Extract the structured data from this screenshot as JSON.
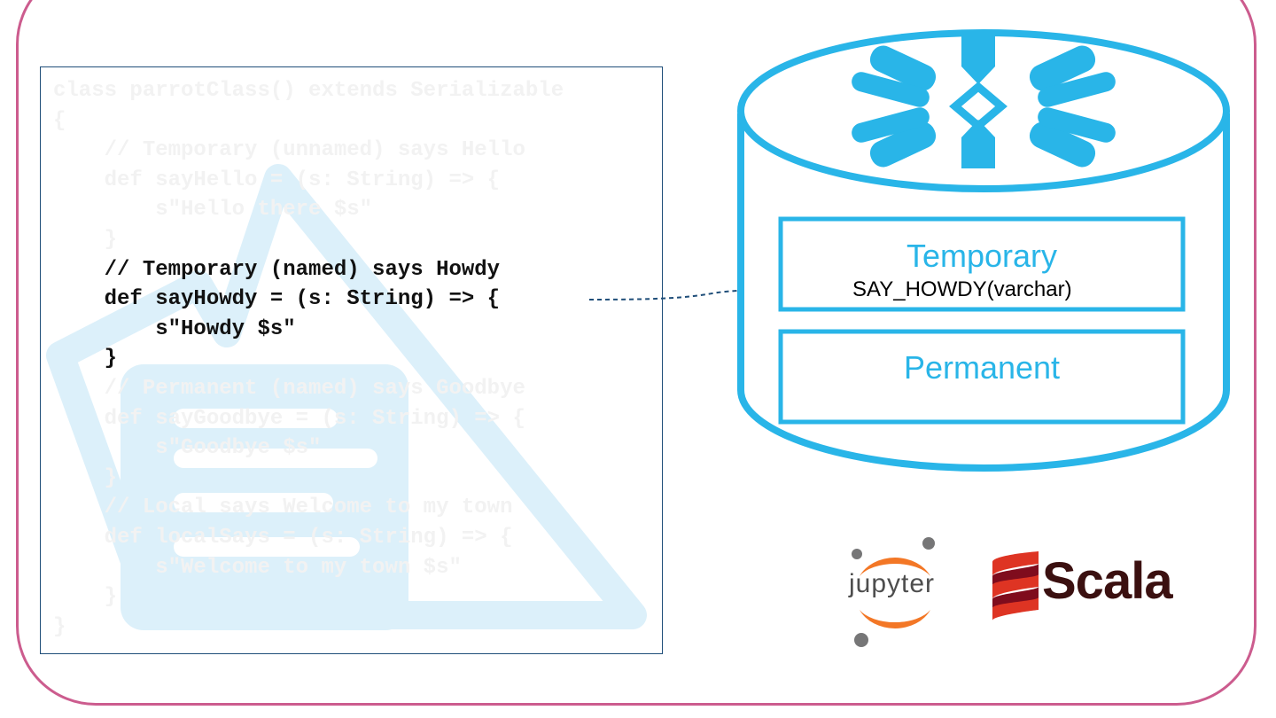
{
  "code_lines": [
    {
      "text": "class parrotClass() extends Serializable",
      "emphasis": false
    },
    {
      "text": "{",
      "emphasis": false
    },
    {
      "text": "    // Temporary (unnamed) says Hello",
      "emphasis": false
    },
    {
      "text": "    def sayHello = (s: String) => {",
      "emphasis": false
    },
    {
      "text": "        s\"Hello there $s\"",
      "emphasis": false
    },
    {
      "text": "    }",
      "emphasis": false
    },
    {
      "text": "    // Temporary (named) says Howdy",
      "emphasis": true
    },
    {
      "text": "    def sayHowdy = (s: String) => {",
      "emphasis": true
    },
    {
      "text": "        s\"Howdy $s\"",
      "emphasis": true
    },
    {
      "text": "    }",
      "emphasis": true
    },
    {
      "text": "    // Permanent (named) says Goodbye",
      "emphasis": false
    },
    {
      "text": "    def sayGoodbye = (s: String) => {",
      "emphasis": false
    },
    {
      "text": "        s\"Goodbye $s\"",
      "emphasis": false
    },
    {
      "text": "    }",
      "emphasis": false
    },
    {
      "text": "    // Local says Welcome to my town",
      "emphasis": false
    },
    {
      "text": "    def localSays = (s: String) => {",
      "emphasis": false
    },
    {
      "text": "        s\"Welcome to my town $s\"",
      "emphasis": false
    },
    {
      "text": "    }",
      "emphasis": false
    },
    {
      "text": "}",
      "emphasis": false
    }
  ],
  "database": {
    "icon": "snowflake-icon",
    "temporary_label": "Temporary",
    "temporary_function": "SAY_HOWDY(varchar)",
    "permanent_label": "Permanent"
  },
  "logos": {
    "jupyter": "jupyter",
    "scala": "Scala"
  },
  "colors": {
    "frame": "#cc5c8e",
    "accent": "#29b5e8",
    "code_border": "#1f4e79",
    "arrow": "#1f4e79",
    "jupyter_orange": "#f37726",
    "scala_red": "#de3423"
  }
}
